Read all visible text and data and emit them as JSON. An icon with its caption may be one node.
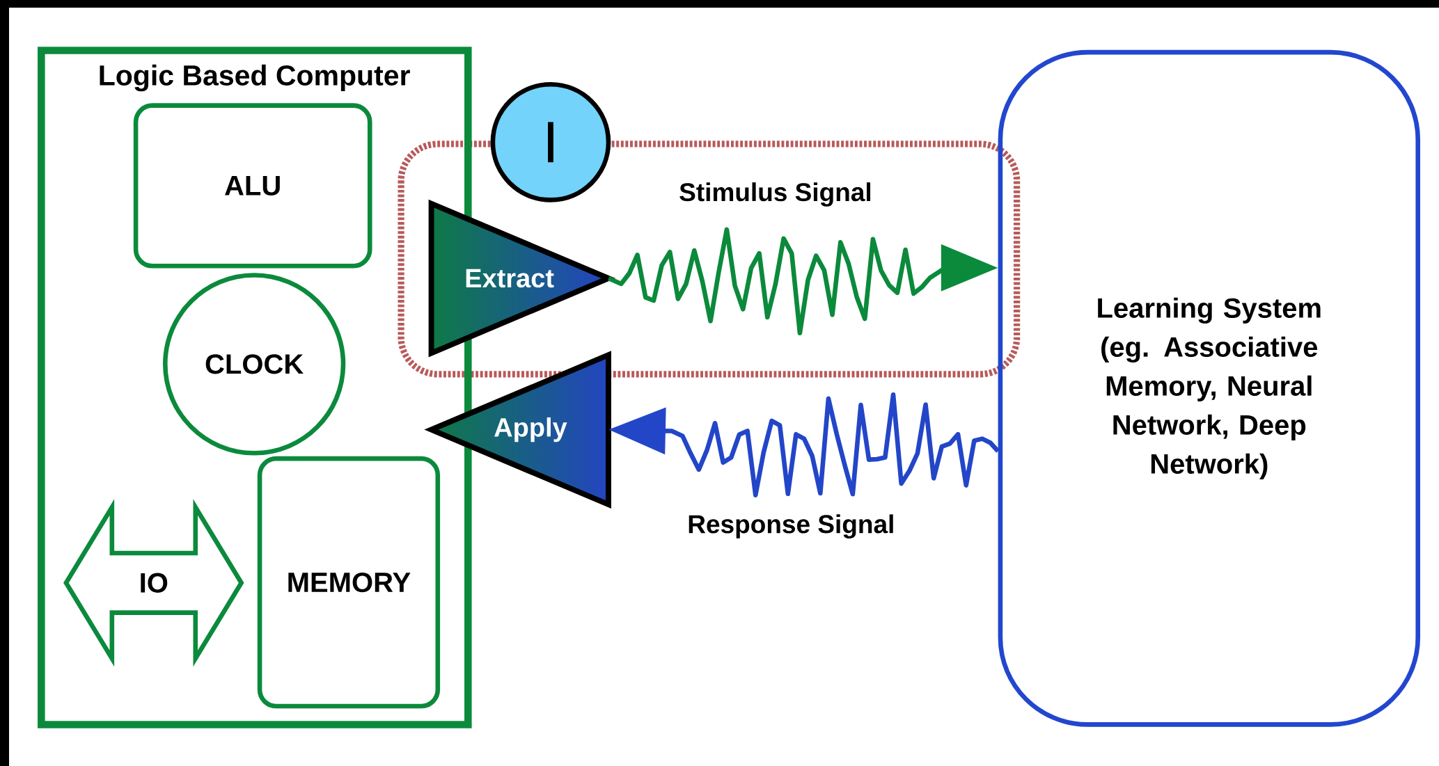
{
  "diagram": {
    "nodes": [
      {
        "text": [
          "Logic Based Computer"
        ]
      },
      {
        "text": [
          "ALU"
        ],
        "in": 0
      },
      {
        "text": [
          "CLOCK"
        ],
        "in": 0
      },
      {
        "text": [
          "IO"
        ],
        "in": 0
      },
      {
        "text": [
          "MEMORY"
        ],
        "in": 0
      },
      {
        "text": [
          "I"
        ]
      },
      {
        "text": [
          "Extract"
        ]
      },
      {
        "text": [
          "Apply"
        ]
      },
      {
        "text": [
          "Learning System (eg. Associative Memory, Neural Network, Deep Network)"
        ]
      }
    ],
    "edges": [
      {
        "from": 6,
        "to": 8,
        "arrow": "to",
        "label": "Stimulus Signal",
        "color": "#0b8a3c"
      },
      {
        "from": 8,
        "to": 7,
        "arrow": "to",
        "label": "Response Signal",
        "color": "#2346c8"
      }
    ]
  }
}
